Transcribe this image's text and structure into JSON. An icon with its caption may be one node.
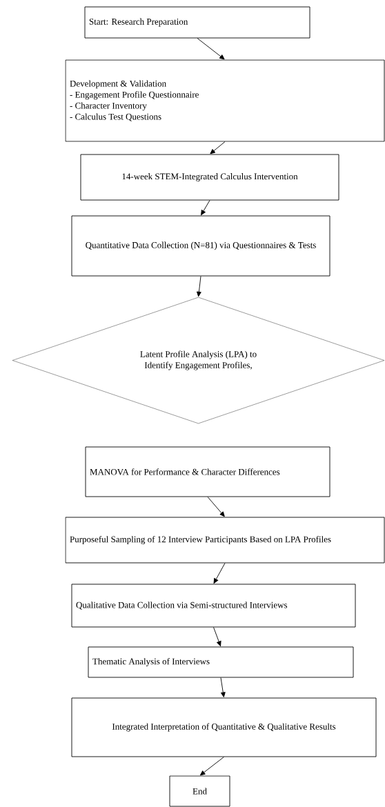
{
  "diagram": {
    "nodes": [
      {
        "text": [
          "Start: Research Preparation"
        ]
      },
      {
        "text": [
          "Development & Validation",
          "- Engagement Profile Questionnaire",
          "- Character Inventory",
          "- Calculus Test Questions"
        ]
      },
      {
        "text": [
          "14-week STEM-Integrated Calculus Intervention"
        ]
      },
      {
        "text": [
          "Quantitative Data Collection (N=81) via Questionnaires & Tests"
        ]
      },
      {
        "text": [
          "Latent Profile Analysis (LPA) to Identify Engagement Profiles,"
        ]
      },
      {
        "text": [
          "MANOVA for Performance & Character Differences"
        ]
      },
      {
        "text": [
          "Purposeful Sampling of 12 Interview Participants Based on LPA Profiles"
        ]
      },
      {
        "text": [
          "Qualitative Data Collection via Semi-structured Interviews"
        ]
      },
      {
        "text": [
          "Thematic Analysis of Interviews"
        ]
      },
      {
        "text": [
          "Integrated Interpretation of Quantitative & Qualitative Results"
        ]
      },
      {
        "text": [
          "End"
        ]
      }
    ],
    "edges": [
      {
        "from": 0,
        "to": 1,
        "arrow": "to"
      },
      {
        "from": 1,
        "to": 2,
        "arrow": "to"
      },
      {
        "from": 2,
        "to": 3,
        "arrow": "to"
      },
      {
        "from": 3,
        "to": 4,
        "arrow": "to"
      },
      {
        "from": 5,
        "to": 6,
        "arrow": "to"
      },
      {
        "from": 6,
        "to": 7,
        "arrow": "to"
      },
      {
        "from": 7,
        "to": 8,
        "arrow": "to"
      },
      {
        "from": 8,
        "to": 9,
        "arrow": "to"
      },
      {
        "from": 9,
        "to": 10,
        "arrow": "to"
      }
    ]
  }
}
